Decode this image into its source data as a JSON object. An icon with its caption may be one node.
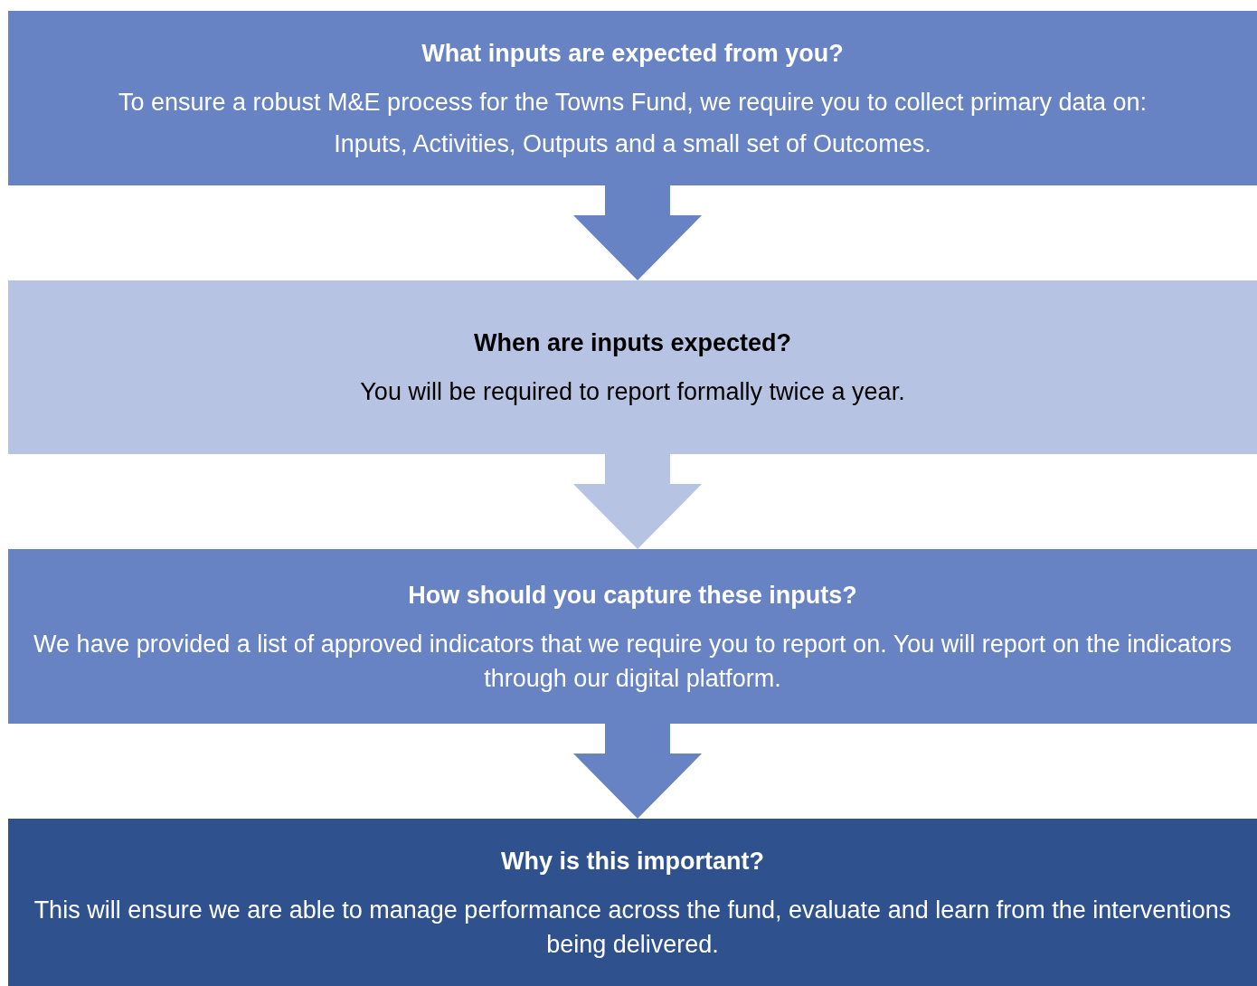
{
  "diagram": {
    "nodes": [
      {
        "text": [
          "What inputs are expected from you?",
          "To ensure a robust M&E process for the Towns Fund, we require you to collect primary data on:",
          "Inputs, Activities, Outputs and a small set of Outcomes."
        ]
      },
      {
        "text": [
          "When are inputs expected?",
          "You will be required to report formally twice a year."
        ]
      },
      {
        "text": [
          "How should you capture these inputs?",
          "We have provided a list of approved indicators that we require you to report on. You will report on the indicators through our digital platform."
        ]
      },
      {
        "text": [
          "Why is this important?",
          "This will ensure we are able to manage performance across the fund, evaluate and learn from the interventions being delivered."
        ]
      }
    ],
    "edges": [
      {
        "from": 0,
        "to": 1,
        "arrow": "to"
      },
      {
        "from": 1,
        "to": 2,
        "arrow": "to",
        "color": "#b6c3e2"
      },
      {
        "from": 2,
        "to": 3,
        "arrow": "to"
      }
    ]
  }
}
